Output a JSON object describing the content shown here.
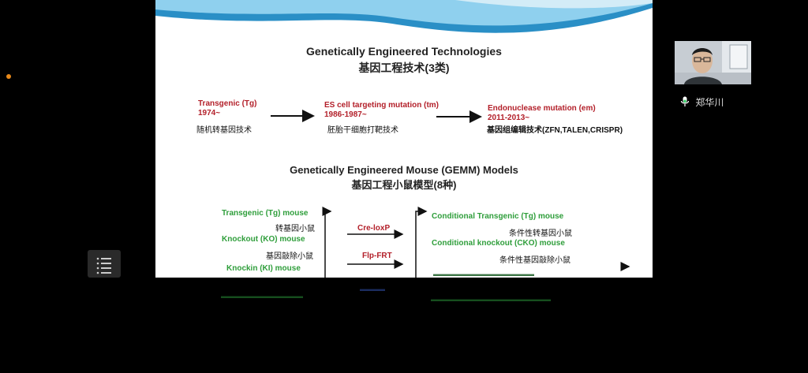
{
  "slide": {
    "title_en": "Genetically Engineered Technologies",
    "title_cn": "基因工程技术(3类)",
    "techs": [
      {
        "name": "Transgenic (Tg)",
        "years": "1974~",
        "cn": "随机转基因技术"
      },
      {
        "name": "ES cell targeting mutation (tm)",
        "years": "1986-1987~",
        "cn": "胚胎干细胞打靶技术"
      },
      {
        "name": "Endonuclease mutation (em)",
        "years": "2011-2013~",
        "cn": "基因组编辑技术(ZFN,TALEN,CRISPR)"
      }
    ],
    "gemm_title_en": "Genetically Engineered Mouse (GEMM) Models",
    "gemm_title_cn": "基因工程小鼠模型(8种)",
    "left_models": [
      {
        "en": "Transgenic (Tg) mouse",
        "cn": "转基因小鼠"
      },
      {
        "en": "Knockout (KO) mouse",
        "cn": "基因敲除小鼠"
      },
      {
        "en": "Knockin (KI) mouse"
      }
    ],
    "systems": [
      "Cre-loxP",
      "Flp-FRT"
    ],
    "right_models": [
      {
        "en": "Conditional Transgenic (Tg) mouse",
        "cn": "条件性转基因小鼠"
      },
      {
        "en": "Conditional knockout (CKO) mouse",
        "cn": "条件性基因敲除小鼠"
      }
    ]
  },
  "participant": {
    "name": "郑华川"
  },
  "icons": [
    "microphone-icon",
    "list-icon"
  ],
  "colors": {
    "red": "#b3202a",
    "green": "#2f9e3b",
    "accent_dot": "#e8891a"
  }
}
